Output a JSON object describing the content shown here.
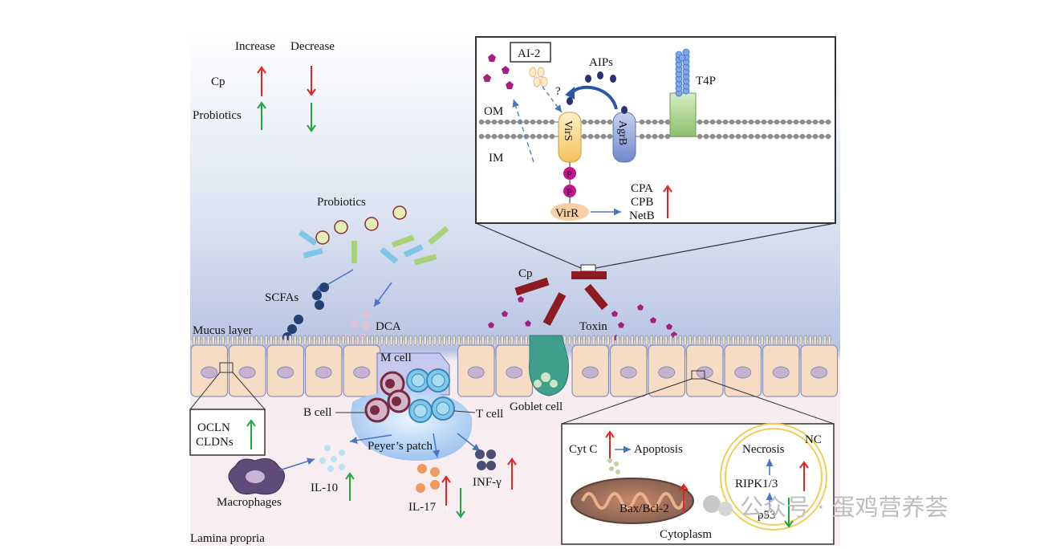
{
  "legend": {
    "increase": "Increase",
    "decrease": "Decrease",
    "cp": "Cp",
    "probiotics": "Probiotics"
  },
  "inset_top": {
    "ai2": "AI-2",
    "aips": "AIPs",
    "question": "?",
    "t4p": "T4P",
    "om": "OM",
    "im": "IM",
    "virs": "VirS",
    "agrb": "AgrB",
    "p1": "P",
    "p2": "P",
    "virr": "VirR",
    "cpa": "CPA",
    "cpb": "CPB",
    "netb": "NetB"
  },
  "lumen": {
    "probiotics": "Probiotics",
    "scfas": "SCFAs",
    "dca": "DCA",
    "cp": "Cp",
    "toxin": "Toxin",
    "mucus_layer": "Mucus layer"
  },
  "epithelium": {
    "m_cell": "M cell",
    "goblet_cell": "Goblet cell",
    "b_cell": "B cell",
    "t_cell": "T cell",
    "peyers_patch": "Peyer’s patch"
  },
  "lamina": {
    "ocln": "OCLN",
    "cldns": "CLDNs",
    "macrophages": "Macrophages",
    "il10": "IL-10",
    "il17": "IL-17",
    "infg": "INF-γ",
    "lamina_propria": "Lamina propria"
  },
  "inset_bottom": {
    "cytc": "Cyt C",
    "apoptosis": "Apoptosis",
    "bax": "Bax/Bcl-2",
    "necrosis": "Necrosis",
    "nc": "NC",
    "ripk": "RIPK1/3",
    "p53": "p53",
    "cytoplasm": "Cytoplasm"
  },
  "watermark": "公众号 · 蛋鸡营养荟",
  "colors": {
    "increase": "#e8231f",
    "decrease": "#1fa83c",
    "cp": "#8e1b22",
    "toxin": "#a4207e",
    "scfa": "#243f74",
    "goblet": "#3f9e8c",
    "inset_border": "#333333"
  }
}
